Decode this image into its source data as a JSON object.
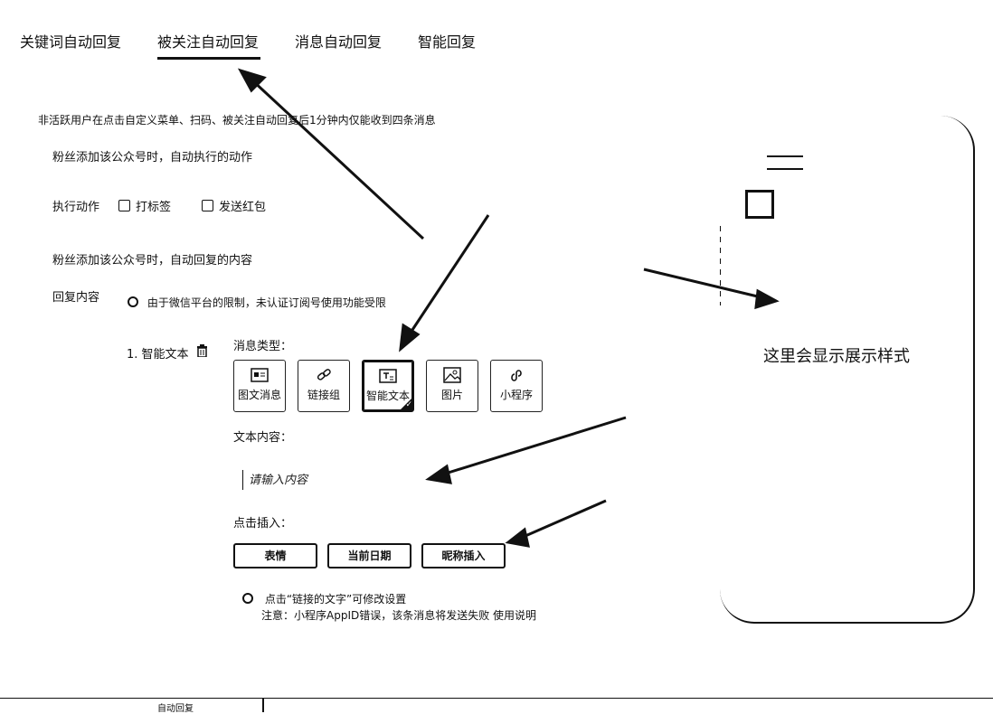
{
  "tabs": [
    {
      "label": "关键词自动回复"
    },
    {
      "label": "被关注自动回复"
    },
    {
      "label": "消息自动回复"
    },
    {
      "label": "智能回复"
    }
  ],
  "notice": "非活跃用户在点击自定义菜单、扫码、被关注自动回复后1分钟内仅能收到四条消息",
  "section1": {
    "title": "粉丝添加该公众号时，自动执行的动作"
  },
  "action": {
    "label": "执行动作",
    "option1": "打标签",
    "option2": "发送红包"
  },
  "section2": {
    "title": "粉丝添加该公众号时，自动回复的内容"
  },
  "reply": {
    "label": "回复内容",
    "warning": "由于微信平台的限制，未认证订阅号使用功能受限"
  },
  "item": {
    "label": "1. 智能文本"
  },
  "msg_type": {
    "label": "消息类型：",
    "types": [
      {
        "label": "图文消息",
        "icon": "article-icon"
      },
      {
        "label": "链接组",
        "icon": "link-icon"
      },
      {
        "label": "智能文本",
        "icon": "smart-text-icon"
      },
      {
        "label": "图片",
        "icon": "image-icon"
      },
      {
        "label": "小程序",
        "icon": "mini-program-icon"
      }
    ],
    "selected": "智能文本"
  },
  "text_content": {
    "label": "文本内容：",
    "placeholder": "请输入内容"
  },
  "insert": {
    "label": "点击插入：",
    "buttons": [
      "表情",
      "当前日期",
      "昵称插入"
    ]
  },
  "hints": {
    "line1": "点击“链接的文字”可修改设置",
    "line2": "注意：小程序AppID错误，该条消息将发送失败 使用说明"
  },
  "preview": {
    "text": "这里会显示展示样式"
  },
  "footer": {
    "label": "自动回复"
  }
}
